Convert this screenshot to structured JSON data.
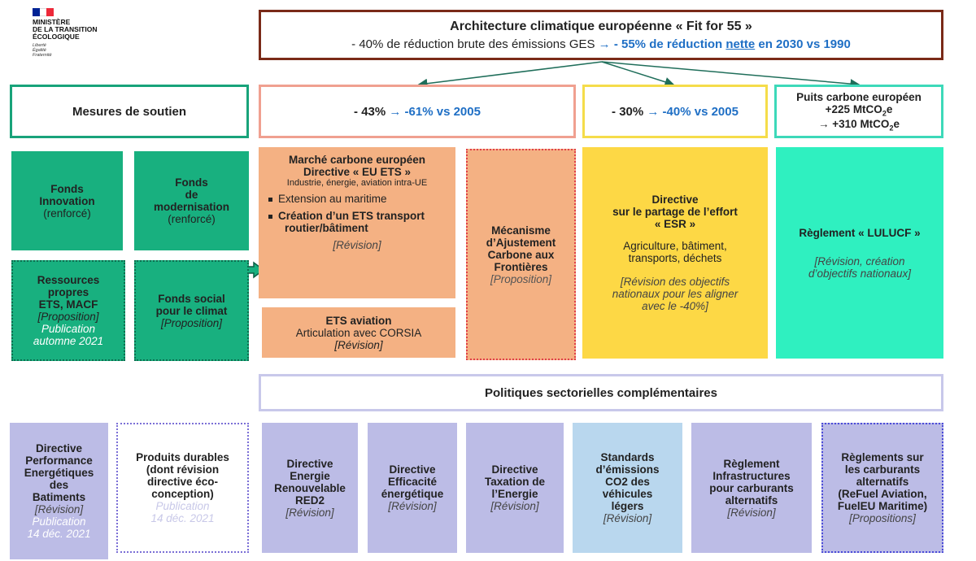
{
  "logo": {
    "line1": "MINISTÈRE",
    "line2": "DE LA TRANSITION",
    "line3": "ÉCOLOGIQUE",
    "motto1": "Liberté",
    "motto2": "Égalité",
    "motto3": "Fraternité"
  },
  "header": {
    "title": "Architecture climatique européenne « Fit for 55 »",
    "sub_prefix": "- 40% de réduction brute des émissions GES ",
    "sub_arrow": "→",
    "sub_blue1": " - 55% de réduction ",
    "sub_underlined": "nette",
    "sub_blue2": " en 2030 vs 1990"
  },
  "soutien": {
    "label": "Mesures de soutien"
  },
  "ets_head": {
    "prefix": "- 43% ",
    "arrow": "→",
    "target": " -61% vs 2005"
  },
  "esr_head": {
    "prefix": "- 30% ",
    "arrow": "→",
    "target": " -40% vs 2005"
  },
  "puits": {
    "line1": "Puits carbone européen",
    "line2a": "+225 MtCO",
    "line2sub": "2",
    "line2b": "e",
    "line3a": "→ +310 MtCO",
    "line3sub": "2",
    "line3b": "e"
  },
  "fonds_innovation": {
    "title1": "Fonds",
    "title2": "Innovation",
    "note": "(renforcé)"
  },
  "fonds_modernisation": {
    "title1": "Fonds",
    "title2": "de",
    "title3": "modernisation",
    "note": "(renforcé)"
  },
  "ressources": {
    "title1": "Ressources",
    "title2": "propres",
    "title3": "ETS, MACF",
    "status": "[Proposition]",
    "pub1": "Publication",
    "pub2": "automne 2021"
  },
  "fonds_social": {
    "title1": "Fonds social",
    "title2": "pour le climat",
    "status": "[Proposition]"
  },
  "eu_ets": {
    "title1": "Marché carbone européen",
    "title2": "Directive « EU ETS »",
    "scope": "Industrie, énergie, aviation intra-UE",
    "bullet1": "Extension au maritime",
    "bullet2a": "Création d’un ETS transport",
    "bullet2b": "routier/bâtiment",
    "status": "[Révision]"
  },
  "ets_aviation": {
    "title": "ETS aviation",
    "text": "Articulation avec CORSIA",
    "status": "[Révision]"
  },
  "macf": {
    "line1": "Mécanisme",
    "line2": "d’Ajustement",
    "line3": "Carbone aux",
    "line4": "Frontières",
    "status": "[Proposition]"
  },
  "esr": {
    "title1": "Directive",
    "title2": "sur le partage de l’effort",
    "title3": "« ESR »",
    "sectors1": "Agriculture, bâtiment,",
    "sectors2": "transports, déchets",
    "note1": "[Révision des objectifs",
    "note2": "nationaux pour les aligner",
    "note3": "avec le -40%]"
  },
  "lulucf": {
    "title": "Règlement « LULUCF »",
    "note1": "[Révision, création",
    "note2": "d’objectifs nationaux]"
  },
  "politiques": {
    "label": "Politiques sectorielles complémentaires"
  },
  "bottom": [
    {
      "lines": [
        "Directive",
        "Performance",
        "Energétiques",
        "des",
        "Batiments"
      ],
      "status": "[Révision]",
      "pub": [
        "Publication",
        "14 déc. 2021"
      ]
    },
    {
      "lines": [
        "Produits durables",
        "(dont révision",
        "directive éco-",
        "conception)"
      ],
      "status": "",
      "pub": [
        "Publication",
        "14 déc. 2021"
      ]
    },
    {
      "lines": [
        "Directive",
        "Energie",
        "Renouvelable",
        "RED2"
      ],
      "status": "[Révision]",
      "pub": []
    },
    {
      "lines": [
        "Directive",
        "Efficacité",
        "énergétique"
      ],
      "status": "[Révision]",
      "pub": []
    },
    {
      "lines": [
        "Directive",
        "Taxation de",
        "l’Energie"
      ],
      "status": "[Révision]",
      "pub": []
    },
    {
      "lines": [
        "Standards",
        "d’émissions",
        "CO2 des",
        "véhicules",
        "légers"
      ],
      "status": "[Révision]",
      "pub": []
    },
    {
      "lines": [
        "Règlement",
        "Infrastructures",
        "pour carburants",
        "alternatifs"
      ],
      "status": "[Révision]",
      "pub": []
    },
    {
      "lines": [
        "Règlements sur",
        "les carburants",
        "alternatifs",
        "(ReFuel Aviation,",
        "FuelEU Maritime)"
      ],
      "status": "[Propositions]",
      "pub": []
    }
  ],
  "colors": {
    "header_border": "#7a2a18",
    "green": "#18b07f",
    "salmon": "#f4b183",
    "yellow": "#fdd845",
    "teal": "#2ff0c0",
    "lavender": "#bcbce6",
    "light_blue": "#b9d7ee",
    "accent_blue": "#1f6fc5",
    "arrow_green": "#1f6e5a"
  }
}
